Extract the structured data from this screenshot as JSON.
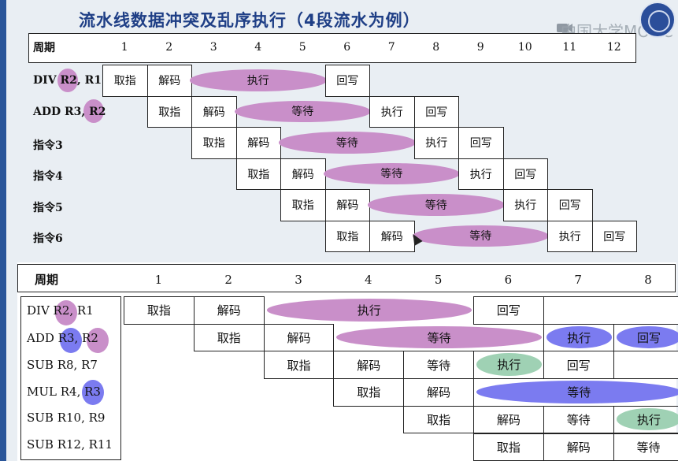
{
  "title": "流水线数据冲突及乱序执行（4段流水为例）",
  "watermark": "中国大学MOOC",
  "top_table": {
    "header_label": "周期",
    "cycles": [
      "1",
      "2",
      "3",
      "4",
      "5",
      "6",
      "7",
      "8",
      "9",
      "10",
      "11",
      "12"
    ],
    "rows": [
      {
        "label_parts": [
          "DIV ",
          "R2",
          ", R1"
        ]
      },
      {
        "label_parts": [
          "ADD R3, ",
          "R2",
          ""
        ]
      },
      {
        "label_parts": [
          "指令3",
          "",
          ""
        ]
      },
      {
        "label_parts": [
          "指令4",
          "",
          ""
        ]
      },
      {
        "label_parts": [
          "指令5",
          "",
          ""
        ]
      },
      {
        "label_parts": [
          "指令6",
          "",
          ""
        ]
      }
    ],
    "stages": {
      "fetch": "取指",
      "decode": "解码",
      "execute": "执行",
      "writeback": "回写",
      "wait": "等待"
    }
  },
  "bottom_table": {
    "header_label": "周期",
    "cycles": [
      "1",
      "2",
      "3",
      "4",
      "5",
      "6",
      "7",
      "8"
    ],
    "rows": [
      {
        "label": "DIV R2, R1"
      },
      {
        "label": "ADD R3, R2"
      },
      {
        "label": "SUB R8, R7"
      },
      {
        "label": "MUL R4, R3"
      },
      {
        "label": "SUB R10, R9"
      },
      {
        "label": "SUB R12, R11"
      }
    ]
  },
  "colors": {
    "title": "#1f3f86",
    "purple": "#c98fc9",
    "blue": "#7b7bf0",
    "green": "#9fd1b4"
  }
}
